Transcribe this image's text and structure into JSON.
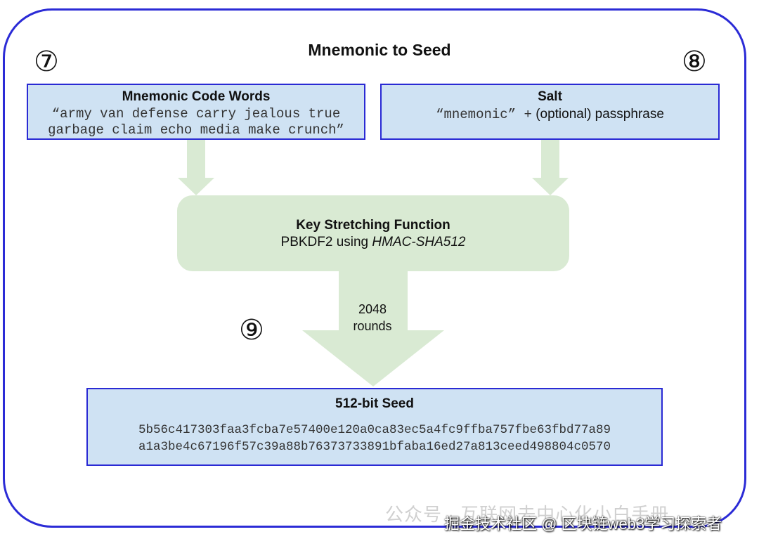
{
  "diagram": {
    "title": "Mnemonic to Seed",
    "step_markers": [
      "⑦",
      "⑧",
      "⑨"
    ],
    "mnemonic_box": {
      "title": "Mnemonic Code Words",
      "line1": "“army van defense carry jealous true",
      "line2": "garbage claim echo media make crunch”"
    },
    "salt_box": {
      "title": "Salt",
      "mono_part": "“mnemonic” +",
      "text_part": "(optional) passphrase"
    },
    "kdf_box": {
      "title": "Key Stretching Function",
      "subtitle_prefix": "PBKDF2 using ",
      "subtitle_emph": "HMAC-SHA512"
    },
    "rounds": {
      "count": "2048",
      "label": "rounds"
    },
    "seed_box": {
      "title": "512-bit Seed",
      "line1": "5b56c417303faa3fcba7e57400e120a0ca83ec5a4fc9ffba757fbe63fbd77a89",
      "line2": "a1a3be4c67196f57c39a88b76373733891bfaba16ed27a813ceed498804c0570"
    },
    "colors": {
      "frame_border": "#2b2bd6",
      "box_fill_blue": "#cfe2f3",
      "box_border_blue": "#2a2ad4",
      "kdf_fill_green": "#d9ead3"
    }
  },
  "watermark": {
    "text": "公众号 · 互联网去中心化小白手册",
    "credit": "掘金技术社区 @ 区块链web3学习探索者"
  }
}
